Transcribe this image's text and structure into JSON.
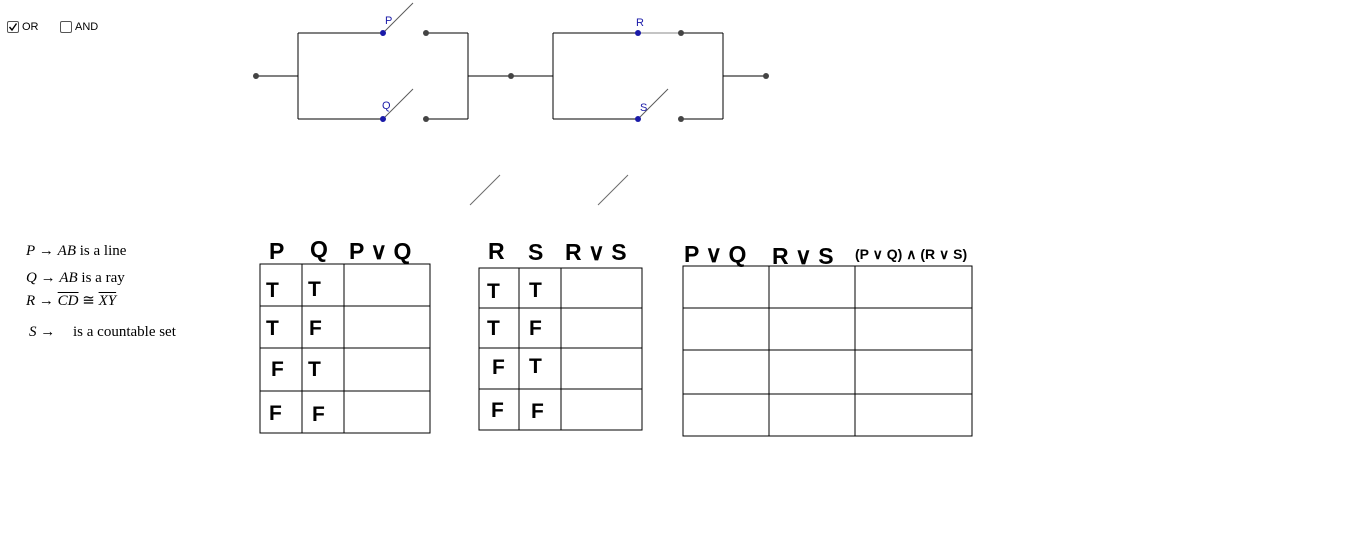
{
  "controls": {
    "or": {
      "label": "OR",
      "checked": true
    },
    "and": {
      "label": "AND",
      "checked": false
    }
  },
  "circuit": {
    "switch_labels": {
      "p": "P",
      "q": "Q",
      "r": "R",
      "s": "S"
    },
    "colors": {
      "wire": "#000000",
      "node": "#444444",
      "switch_point": "#1a1aa8",
      "switch_blade": "#5a5a5a",
      "closed_link": "#b0b0b0"
    }
  },
  "legend": {
    "p": {
      "var": "P",
      "arrow": "→",
      "ab": "AB",
      "rest": "is a line"
    },
    "q": {
      "var": "Q",
      "arrow": "→",
      "ab": "AB",
      "rest": "is a ray"
    },
    "r": {
      "var": "R",
      "arrow": "→",
      "cd": "CD",
      "cong": "≅",
      "xy": "XY"
    },
    "s": {
      "var": "S",
      "arrow": "→",
      "rest": "is a countable set"
    }
  },
  "table1": {
    "headers": [
      "P",
      "Q",
      "P ∨ Q"
    ],
    "rows": [
      [
        "T",
        "T",
        ""
      ],
      [
        "T",
        "F",
        ""
      ],
      [
        "F",
        "T",
        ""
      ],
      [
        "F",
        "F",
        ""
      ]
    ]
  },
  "table2": {
    "headers": [
      "R",
      "S",
      "R ∨ S"
    ],
    "rows": [
      [
        "T",
        "T",
        ""
      ],
      [
        "T",
        "F",
        ""
      ],
      [
        "F",
        "T",
        ""
      ],
      [
        "F",
        "F",
        ""
      ]
    ]
  },
  "table3": {
    "headers": [
      "P ∨ Q",
      "R ∨ S",
      "(P ∨ Q) ∧ (R ∨ S)"
    ],
    "rows": [
      [
        "",
        "",
        ""
      ],
      [
        "",
        "",
        ""
      ],
      [
        "",
        "",
        ""
      ],
      [
        "",
        "",
        ""
      ]
    ]
  }
}
